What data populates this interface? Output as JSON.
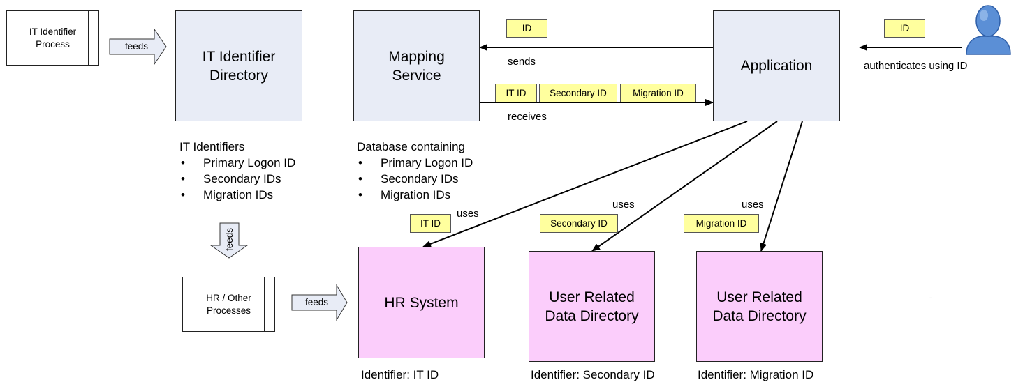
{
  "processes": {
    "it_identifier_process": "IT Identifier Process",
    "hr_other_processes": "HR / Other Processes"
  },
  "boxes": {
    "it_identifier_directory": "IT Identifier Directory",
    "mapping_service": "Mapping Service",
    "application": "Application",
    "hr_system": "HR System",
    "user_related_data_directory_1": "User Related Data Directory",
    "user_related_data_directory_2": "User Related Data Directory"
  },
  "arrows": {
    "feeds_top": "feeds",
    "feeds_down": "feeds",
    "feeds_bottom": "feeds",
    "sends": "sends",
    "receives": "receives",
    "authenticates": "authenticates using ID",
    "uses_hr": "uses",
    "uses_secondary": "uses",
    "uses_migration": "uses"
  },
  "tags": {
    "id_sends": "ID",
    "id_user": "ID",
    "it_id_receives": "IT ID",
    "secondary_id_receives": "Secondary ID",
    "migration_id_receives": "Migration ID",
    "it_id_uses": "IT ID",
    "secondary_id_uses": "Secondary ID",
    "migration_id_uses": "Migration ID"
  },
  "it_identifiers_list": {
    "heading": "IT Identifiers",
    "items": [
      "Primary Logon ID",
      "Secondary IDs",
      "Migration IDs"
    ]
  },
  "database_list": {
    "heading": "Database containing",
    "items": [
      "Primary Logon ID",
      "Secondary IDs",
      "Migration IDs"
    ]
  },
  "captions": {
    "hr_system": "Identifier: IT ID",
    "urdd_1": "Identifier: Secondary ID",
    "urdd_2": "Identifier: Migration ID"
  },
  "misc": {
    "dash": "-"
  },
  "icons": {
    "user": "user-icon"
  },
  "colors": {
    "blue_box": "#e8ecf6",
    "pink_box": "#fbcdfb",
    "id_tag": "#ffff9e",
    "user_icon": "#5b8fd6"
  }
}
